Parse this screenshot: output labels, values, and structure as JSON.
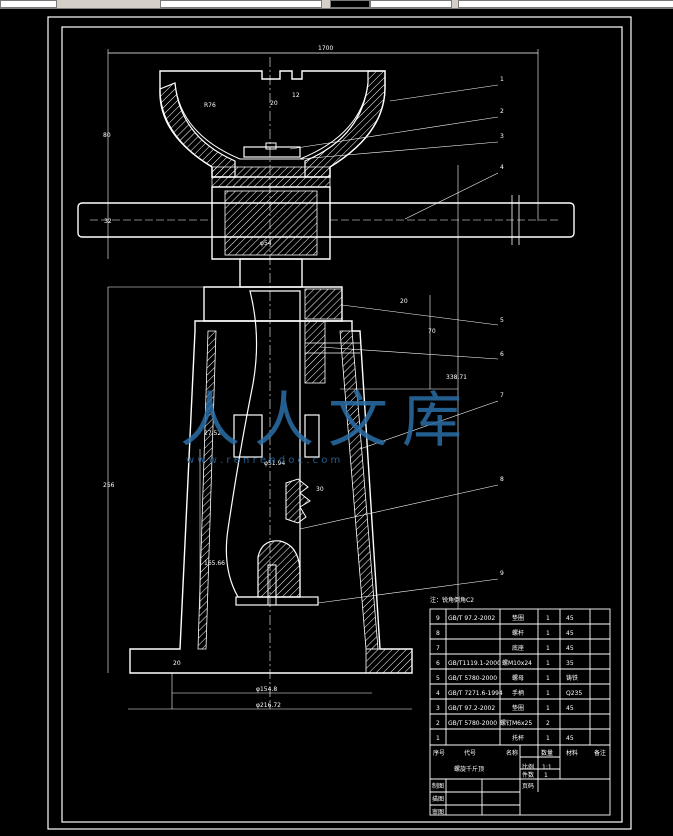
{
  "toolbar": {
    "field_count": 5
  },
  "dimensions": {
    "overall_width": "1700",
    "bowl_depth": "80",
    "bowl_radius": "R76",
    "slot_width": "20",
    "slot_depth": "12",
    "handle_size": "32",
    "screw_dia": "φ54",
    "nut_height": "20",
    "nut_dim": "70",
    "travel": "338.71",
    "bore_dim": "27.52",
    "inner_dim": "φ51.94",
    "total_height": "256",
    "lower_dim": "165.66",
    "fillet": "30",
    "base_inner": "φ154.8",
    "base_outer": "φ216.72",
    "base_thk": "20"
  },
  "leaders": [
    "1",
    "2",
    "3",
    "4",
    "5",
    "6",
    "7",
    "8",
    "9"
  ],
  "note": "注：锐角倒角C2",
  "bom": {
    "rows": [
      {
        "no": "9",
        "code": "GB/T 97.2-2002",
        "name": "垫圈",
        "qty": "1",
        "mat": "45"
      },
      {
        "no": "8",
        "code": "",
        "name": "螺杆",
        "qty": "1",
        "mat": "45"
      },
      {
        "no": "7",
        "code": "",
        "name": "底座",
        "qty": "1",
        "mat": "45"
      },
      {
        "no": "6",
        "code": "GB/T1119.1-2000",
        "name": "螺M10x24",
        "qty": "1",
        "mat": "35"
      },
      {
        "no": "5",
        "code": "GB/T 5780-2000",
        "name": "螺母",
        "qty": "1",
        "mat": "铸铁"
      },
      {
        "no": "4",
        "code": "GB/T 7271.6-1994",
        "name": "手柄",
        "qty": "1",
        "mat": "Q235"
      },
      {
        "no": "3",
        "code": "GB/T 97.2-2002",
        "name": "垫圈",
        "qty": "1",
        "mat": "45"
      },
      {
        "no": "2",
        "code": "GB/T 5780-2000",
        "name": "螺钉M6x25",
        "qty": "2",
        "mat": ""
      },
      {
        "no": "1",
        "code": "",
        "name": "托杯",
        "qty": "1",
        "mat": "45"
      }
    ],
    "header": {
      "no": "序号",
      "code": "代号",
      "name": "名称",
      "qty": "数量",
      "mat": "材料",
      "remark": "备注"
    }
  },
  "title_block": {
    "drawing_name": "螺旋千斤顶",
    "ratio_label": "比例",
    "ratio_value": "1:1",
    "count_label": "件数",
    "count_value": "1",
    "page_label": "页码",
    "drawn_label": "制图",
    "drafted_label": "描图",
    "review_label": "审图"
  },
  "watermark": {
    "text": "人人文库",
    "url": "w w w . r e n r e n d o c . c o m"
  },
  "colors": {
    "background": "#000000",
    "line": "#ffffff",
    "watermark": "#2a6fa8"
  }
}
